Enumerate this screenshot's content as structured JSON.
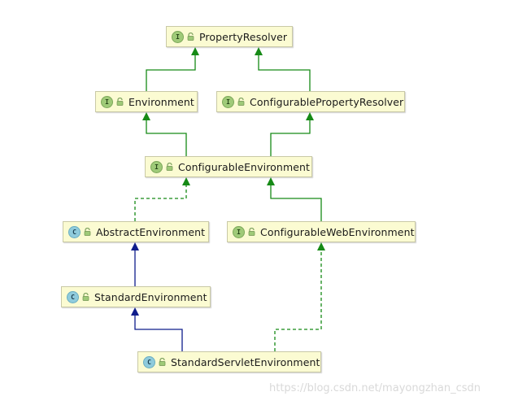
{
  "nodes": [
    {
      "id": "property-resolver",
      "label": "PropertyResolver",
      "kind": "interface",
      "kind_letter": "I",
      "icon": "lock-icon"
    },
    {
      "id": "environment",
      "label": "Environment",
      "kind": "interface",
      "kind_letter": "I",
      "icon": "lock-icon"
    },
    {
      "id": "configurable-property-resolver",
      "label": "ConfigurablePropertyResolver",
      "kind": "interface",
      "kind_letter": "I",
      "icon": "lock-icon"
    },
    {
      "id": "configurable-environment",
      "label": "ConfigurableEnvironment",
      "kind": "interface",
      "kind_letter": "I",
      "icon": "lock-icon"
    },
    {
      "id": "abstract-environment",
      "label": "AbstractEnvironment",
      "kind": "class",
      "kind_letter": "C",
      "icon": "lock-icon"
    },
    {
      "id": "configurable-web-environment",
      "label": "ConfigurableWebEnvironment",
      "kind": "interface",
      "kind_letter": "I",
      "icon": "lock-icon"
    },
    {
      "id": "standard-environment",
      "label": "StandardEnvironment",
      "kind": "class",
      "kind_letter": "C",
      "icon": "lock-icon"
    },
    {
      "id": "standard-servlet-environment",
      "label": "StandardServletEnvironment",
      "kind": "class",
      "kind_letter": "C",
      "icon": "lock-icon"
    }
  ],
  "edges": [
    {
      "from": "environment",
      "to": "property-resolver",
      "type": "interface-extends"
    },
    {
      "from": "configurable-property-resolver",
      "to": "property-resolver",
      "type": "interface-extends"
    },
    {
      "from": "configurable-environment",
      "to": "environment",
      "type": "interface-extends"
    },
    {
      "from": "configurable-environment",
      "to": "configurable-property-resolver",
      "type": "interface-extends"
    },
    {
      "from": "abstract-environment",
      "to": "configurable-environment",
      "type": "implements"
    },
    {
      "from": "configurable-web-environment",
      "to": "configurable-environment",
      "type": "interface-extends"
    },
    {
      "from": "standard-environment",
      "to": "abstract-environment",
      "type": "class-extends"
    },
    {
      "from": "standard-servlet-environment",
      "to": "standard-environment",
      "type": "class-extends"
    },
    {
      "from": "standard-servlet-environment",
      "to": "configurable-web-environment",
      "type": "implements"
    }
  ],
  "colors": {
    "interface_extends": "#168a16",
    "implements": "#168a16",
    "class_extends": "#0f1d8c",
    "node_fill": "#fbfbd2",
    "node_border": "#c9c9a6"
  },
  "watermark": "https://blog.csdn.net/mayongzhan_csdn"
}
